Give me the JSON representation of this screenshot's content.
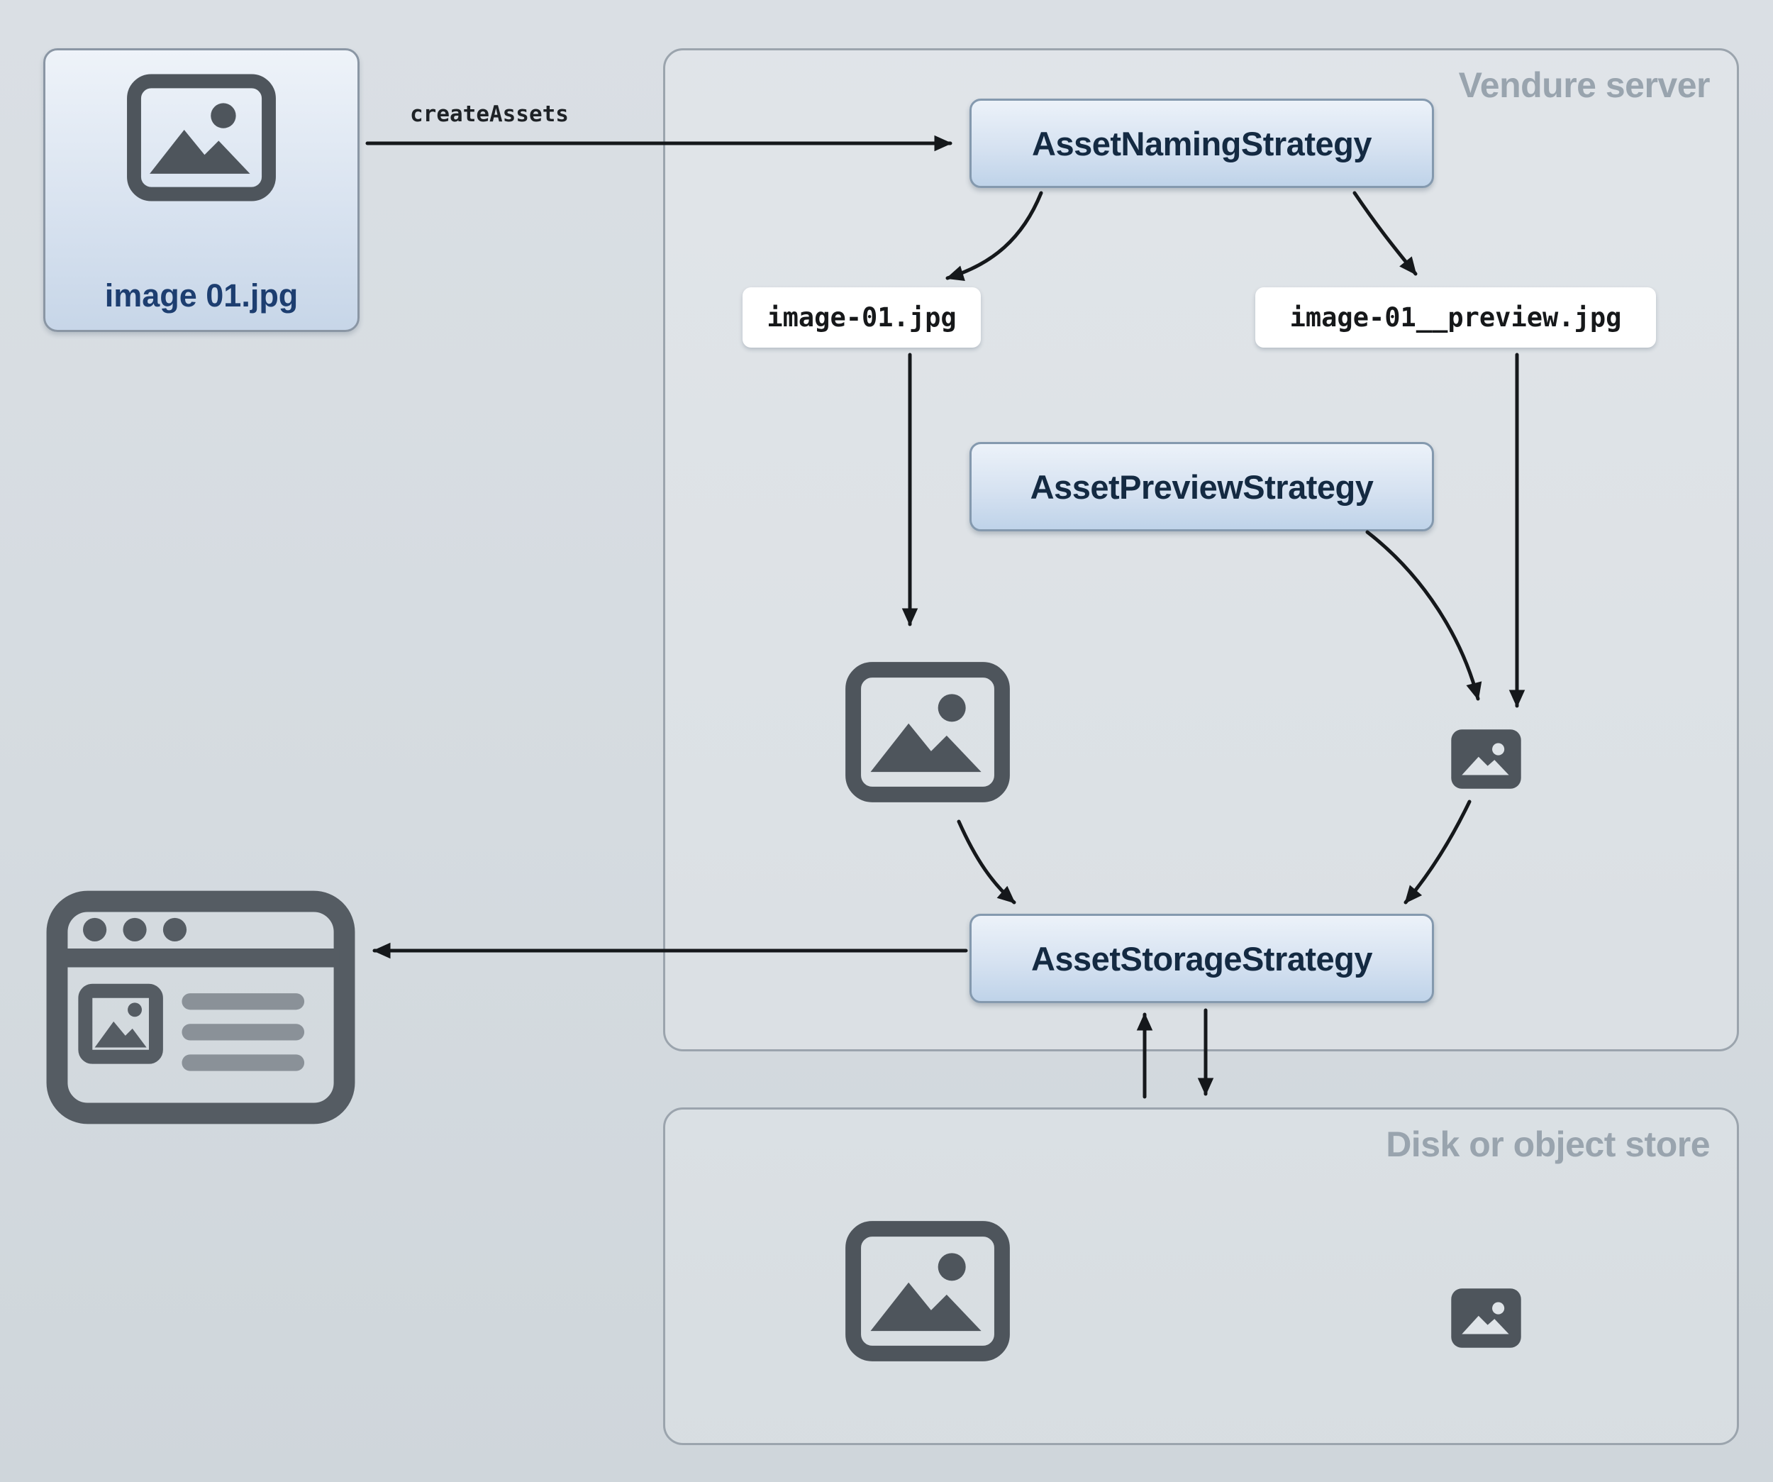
{
  "diagram": {
    "source": {
      "label": "image 01.jpg"
    },
    "edge_create_assets": {
      "label": "createAssets"
    },
    "containers": {
      "vendure": {
        "label": "Vendure server"
      },
      "disk": {
        "label": "Disk or object store"
      }
    },
    "strategies": {
      "naming": {
        "label": "AssetNamingStrategy"
      },
      "preview": {
        "label": "AssetPreviewStrategy"
      },
      "storage": {
        "label": "AssetStorageStrategy"
      }
    },
    "files": {
      "original": {
        "label": "image-01.jpg"
      },
      "preview": {
        "label": "image-01__preview.jpg"
      }
    }
  },
  "colors": {
    "background": "#d5dbe0",
    "container_border": "#9ba4ad",
    "container_label": "#99a4ae",
    "strategy_fill_top": "#ecf2f9",
    "strategy_fill_bottom": "#bfd3e9",
    "strategy_border": "#8499ae",
    "strategy_text": "#142a42",
    "pill_background": "#ffffff",
    "pill_text": "#16181a",
    "source_label": "#1d3e70",
    "icon": "#4e555c",
    "icon_light_bars": "#8a9198",
    "arrow": "#15181b"
  }
}
